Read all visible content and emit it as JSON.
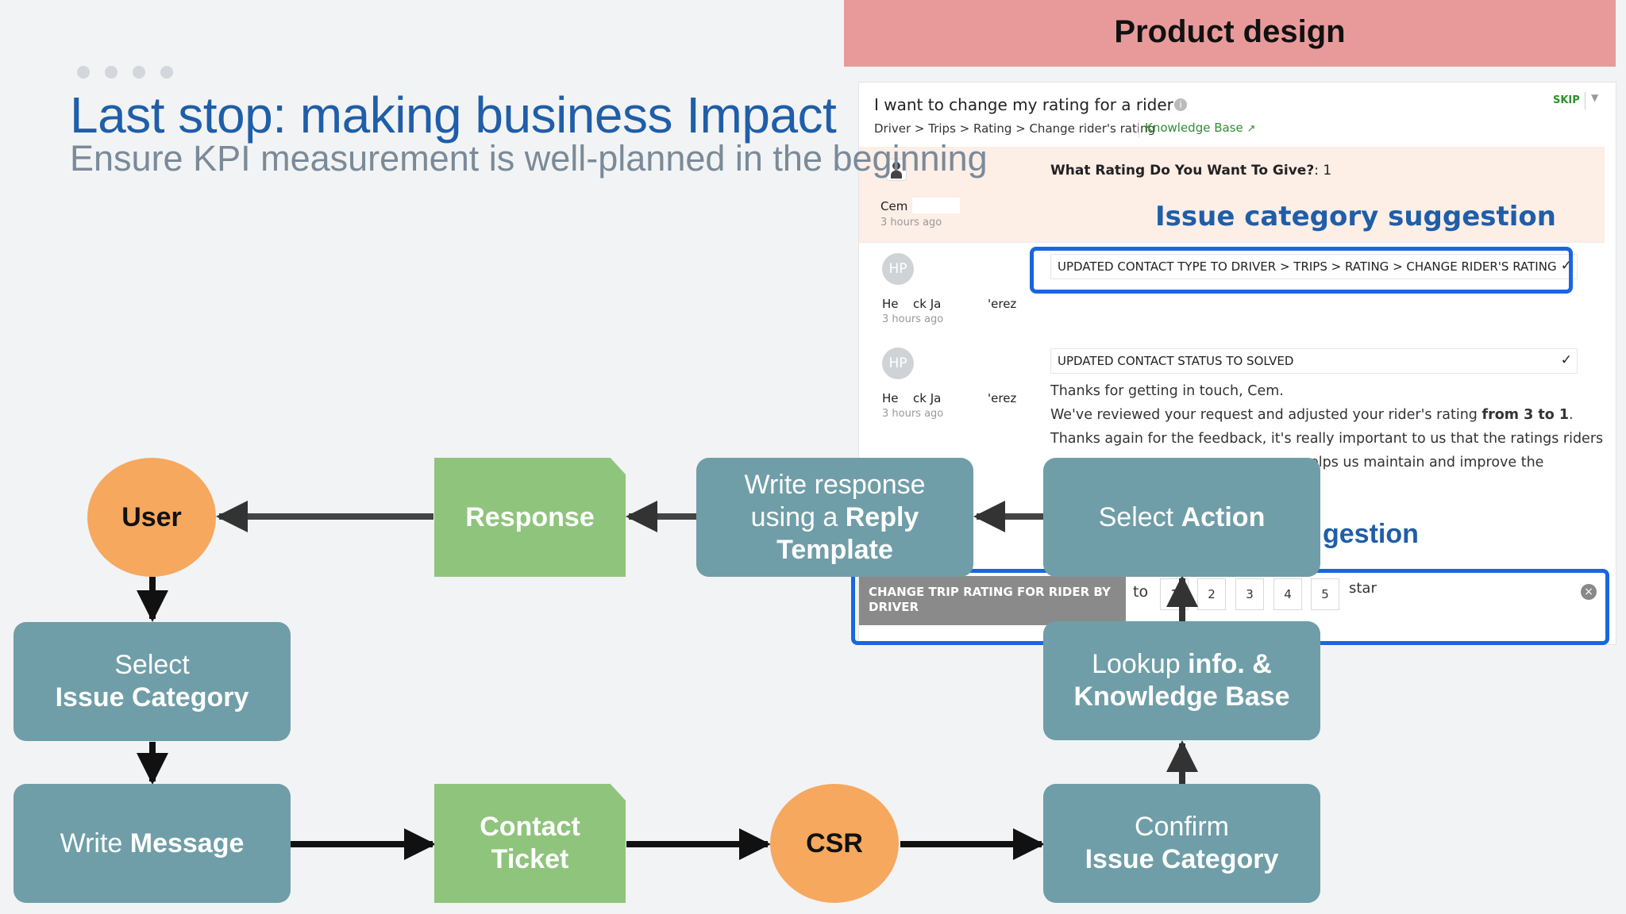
{
  "slide": {
    "title": "Last stop: making business Impact",
    "subtitle": "Ensure KPI measurement is well-planned in the beginning"
  },
  "panel": {
    "title": "Product design",
    "ticket": {
      "heading": "I want to change my rating for a rider",
      "skip": "SKIP",
      "breadcrumb": "Driver > Trips > Rating > Change rider's rating",
      "kb_link": "Knowledge Base",
      "rating_question": "What Rating Do You Want To Give?",
      "rating_value": ": 1",
      "customer_name": "Cem !",
      "customer_time": "3 hours ago",
      "suggestion_label": "Issue category suggestion",
      "action1": "UPDATED CONTACT TYPE TO DRIVER > TRIPS > RATING > CHANGE RIDER'S RATING",
      "action2": "UPDATED CONTACT STATUS TO SOLVED",
      "agent_initials": "HP",
      "agent_name_a": "He",
      "agent_name_b": "ck Ja",
      "agent_name_c": "'erez",
      "agent_time": "3 hours ago",
      "message_lines": [
        "Thanks for getting in touch, Cem.",
        "We've reviewed your request and adjusted your rider's rating ",
        "Thanks again for the feedback, it's really important to us that the ratings riders",
        "elps us maintain and improve the"
      ],
      "message_bold": "from 3 to 1",
      "message_period": ".",
      "action_suggestion_partial": "gestion",
      "bottom_action": "CHANGE TRIP RATING FOR RIDER BY DRIVER",
      "to_label": "to",
      "stars": [
        "1",
        "2",
        "3",
        "4",
        "5"
      ],
      "star_label": "star"
    }
  },
  "flow": {
    "user": "User",
    "response": "Response",
    "write_response_a": "Write response",
    "write_response_b": "using a ",
    "write_response_c": "Reply",
    "write_response_d": "Template",
    "select_action_a": "Select ",
    "select_action_b": "Action",
    "select_issue_a": "Select",
    "select_issue_b": "Issue Category",
    "write_message_a": "Write ",
    "write_message_b": "Message",
    "contact_ticket_a": "Contact",
    "contact_ticket_b": "Ticket",
    "csr": "CSR",
    "confirm_a": "Confirm",
    "confirm_b": "Issue Category",
    "lookup_a": "Lookup ",
    "lookup_b": "info. &",
    "lookup_c": "Knowledge Base"
  },
  "colors": {
    "title_blue": "#1f5ea8",
    "header_pink": "#e89a9a",
    "node_teal": "#6f9ea8",
    "node_green": "#8fc47d",
    "node_orange": "#f5a85e",
    "highlight_blue": "#1a66e0"
  }
}
